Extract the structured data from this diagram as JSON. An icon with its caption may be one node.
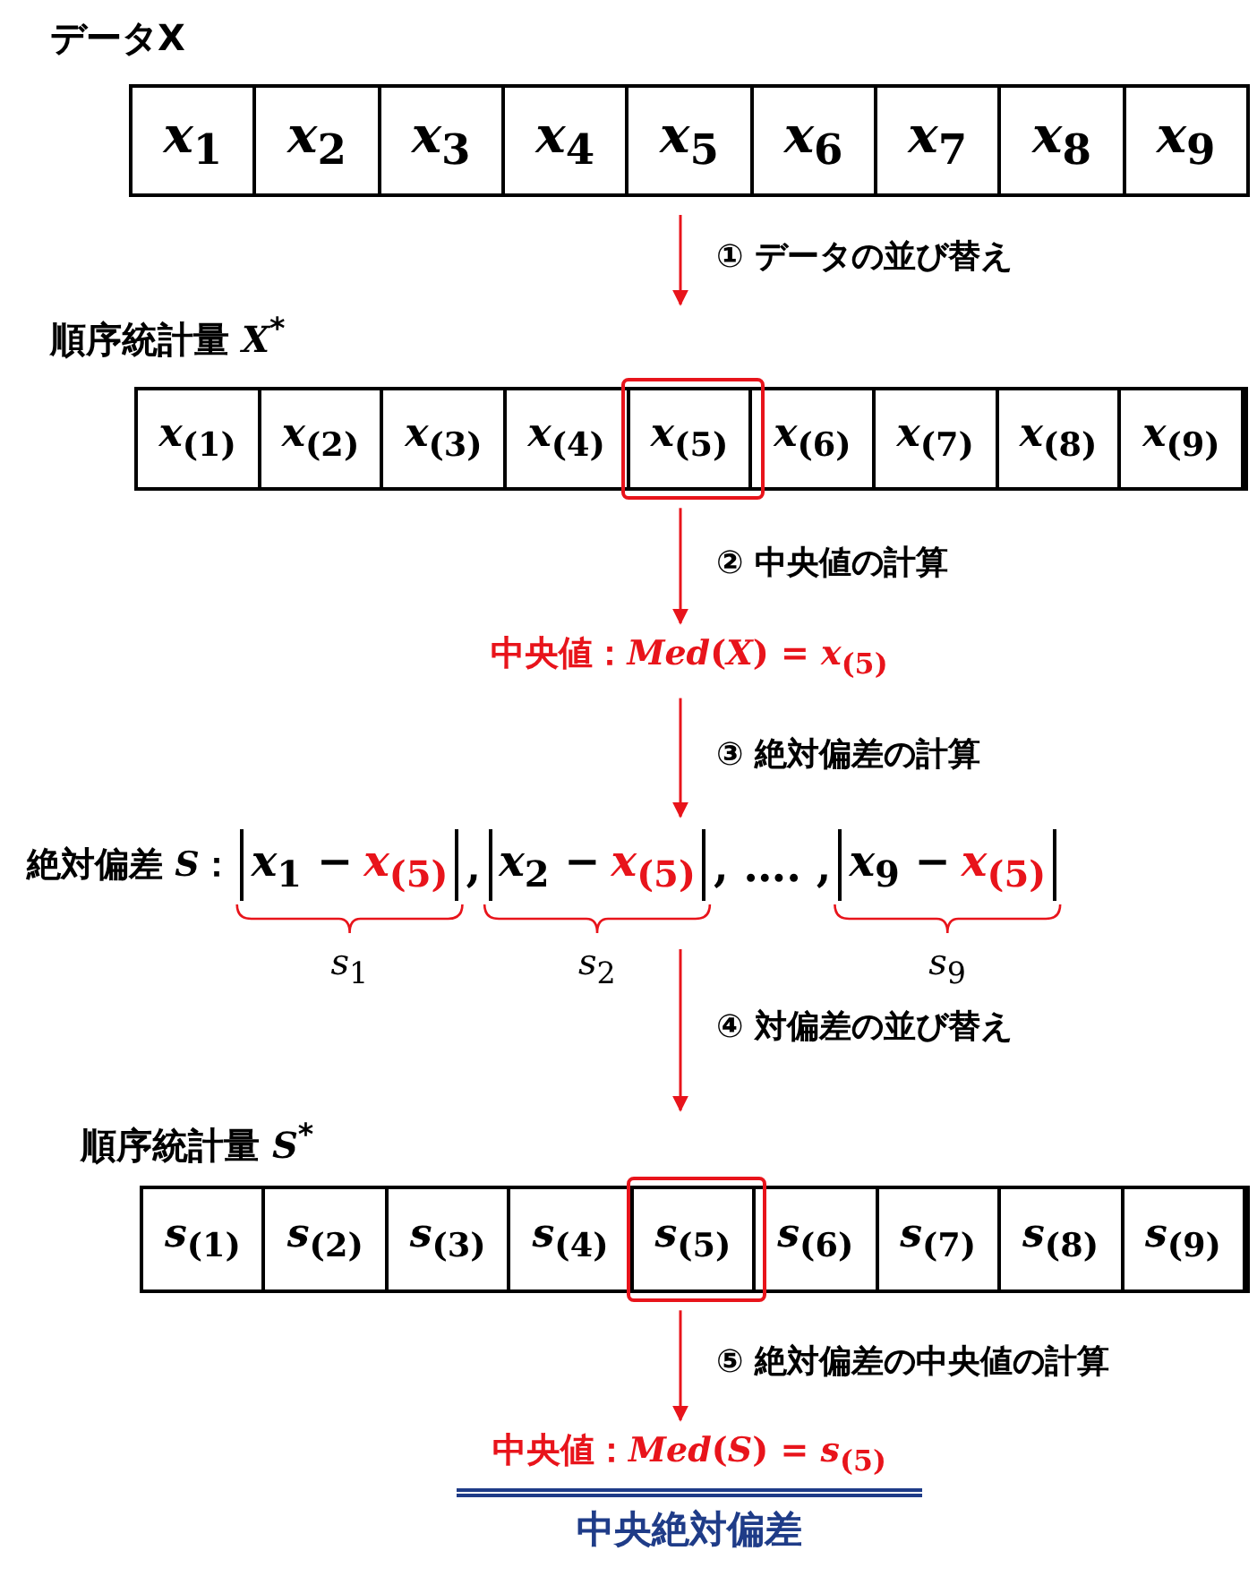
{
  "diagram": {
    "nodes": [
      {
        "text": [
          "データX"
        ]
      },
      {
        "text": [
          "*x*$_{1}$"
        ],
        "in": 0
      },
      {
        "text": [
          "*x*$_{2}$"
        ],
        "in": 0
      },
      {
        "text": [
          "*x*$_{3}$"
        ],
        "in": 0
      },
      {
        "text": [
          "*x*$_{4}$"
        ],
        "in": 0
      },
      {
        "text": [
          "*x*$_{5}$"
        ],
        "in": 0
      },
      {
        "text": [
          "*x*$_{6}$"
        ],
        "in": 0
      },
      {
        "text": [
          "*x*$_{7}$"
        ],
        "in": 0
      },
      {
        "text": [
          "*x*$_{8}$"
        ],
        "in": 0
      },
      {
        "text": [
          "*x*$_{9}$"
        ],
        "in": 0
      },
      {
        "text": [
          "順序統計量 *X*$^{*}$"
        ]
      },
      {
        "text": [
          "*x*$_{(1)}$"
        ],
        "in": 10
      },
      {
        "text": [
          "*x*$_{(2)}$"
        ],
        "in": 10
      },
      {
        "text": [
          "*x*$_{(3)}$"
        ],
        "in": 10
      },
      {
        "text": [
          "*x*$_{(4)}$"
        ],
        "in": 10
      },
      {
        "text": [
          "*x*$_{(5)}$"
        ],
        "in": 10
      },
      {
        "text": [
          "*x*$_{(6)}$"
        ],
        "in": 10
      },
      {
        "text": [
          "*x*$_{(7)}$"
        ],
        "in": 10
      },
      {
        "text": [
          "*x*$_{(8)}$"
        ],
        "in": 10
      },
      {
        "text": [
          "*x*$_{(9)}$"
        ],
        "in": 10
      },
      {
        "text": [
          "中央値：*Med*(*X*) = *x*$_{(5)}$"
        ]
      },
      {
        "text": [
          "絶対偏差 *S*：",
          "*x*$_{1}$ −",
          "*x*$_{(5)}$",
          ",",
          "*x*$_{2}$ −",
          "*x*$_{(5)}$",
          ", …. ,",
          "*x*$_{9}$ −",
          "*x*$_{(5)}$"
        ]
      },
      {
        "text": [
          "順序統計量 *S*$^{*}$"
        ]
      },
      {
        "text": [
          "*s*$_{(1)}$"
        ],
        "in": 22
      },
      {
        "text": [
          "*s*$_{(2)}$"
        ],
        "in": 22
      },
      {
        "text": [
          "*s*$_{(3)}$"
        ],
        "in": 22
      },
      {
        "text": [
          "*s*$_{(4)}$"
        ],
        "in": 22
      },
      {
        "text": [
          "*s*$_{(5)}$"
        ],
        "in": 22
      },
      {
        "text": [
          "*s*$_{(6)}$"
        ],
        "in": 22
      },
      {
        "text": [
          "*s*$_{(7)}$"
        ],
        "in": 22
      },
      {
        "text": [
          "*s*$_{(8)}$"
        ],
        "in": 22
      },
      {
        "text": [
          "*s*$_{(9)}$"
        ],
        "in": 22
      },
      {
        "text": [
          "中央値：*Med*(*S*) = *s*$_{(5)}$",
          "中央絶対偏差"
        ]
      }
    ],
    "edges": [
      {
        "from": 0,
        "to": 10,
        "arrow": "to",
        "label": "① データの並び替え"
      },
      {
        "from": 10,
        "to": 20,
        "arrow": "to",
        "label": "② 中央値の計算"
      },
      {
        "from": 20,
        "to": 21,
        "arrow": "to",
        "label": "③ 絶対偏差の計算"
      },
      {
        "from": 21,
        "to": 22,
        "arrow": "to",
        "label": "④ 対偏差の並び替え"
      },
      {
        "from": 22,
        "to": 32,
        "arrow": "to",
        "label": "⑤ 絶対偏差の中央値の計算"
      }
    ],
    "labels": [
      "*s*$_{1}$",
      "*s*$_{2}$",
      "*s*$_{9}$"
    ]
  }
}
